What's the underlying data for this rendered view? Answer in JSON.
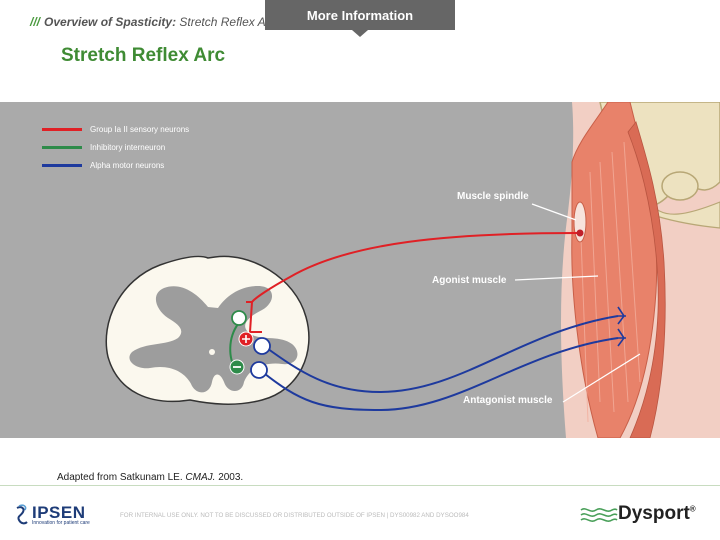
{
  "header": {
    "breadcrumb_prefix": "///",
    "breadcrumb_section": "Overview of Spasticity:",
    "breadcrumb_page": "Stretch Reflex Arc",
    "more_info_label": "More Information"
  },
  "title": "Stretch Reflex Arc",
  "legend": [
    {
      "label": "Group Ia II sensory neurons",
      "color": "#e02025"
    },
    {
      "label": "Inhibitory interneuron",
      "color": "#2e8b4a"
    },
    {
      "label": "Alpha motor neurons",
      "color": "#1e3a9e"
    }
  ],
  "diagram_labels": {
    "muscle_spindle": "Muscle spindle",
    "agonist_muscle": "Agonist muscle",
    "antagonist_muscle": "Antagonist muscle"
  },
  "citation": {
    "text": "Adapted from Satkunam LE.",
    "journal": "CMAJ.",
    "year": "2003."
  },
  "footer": {
    "ipsen_name": "IPSEN",
    "ipsen_tagline": "Innovation for patient care",
    "disclaimer": "FOR INTERNAL USE ONLY. NOT TO BE DISCUSSED OR DISTRIBUTED OUTSIDE OF IPSEN | DYS00982 AND DYSOO984",
    "dysport_name": "Dysport",
    "dysport_mark": "®"
  },
  "colors": {
    "accent_green": "#3f8b34",
    "panel_grey": "#aaaaaa",
    "sensory_red": "#e02025",
    "interneuron_green": "#2e8b4a",
    "motor_blue": "#1e3a9e"
  }
}
